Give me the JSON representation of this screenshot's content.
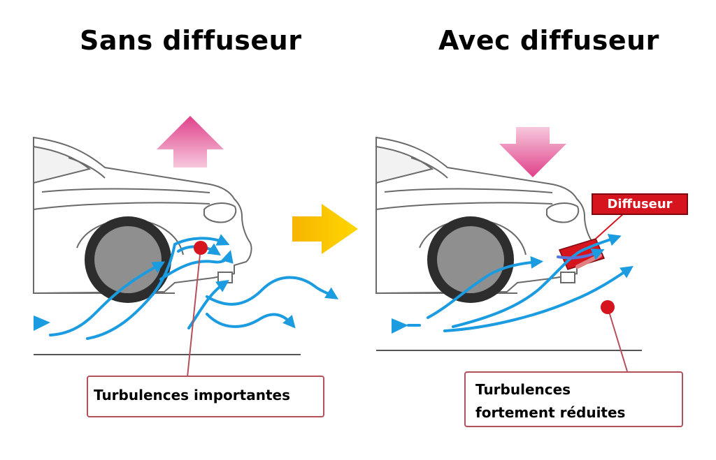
{
  "titles": {
    "left": "Sans diffuseur",
    "right": "Avec diffuseur"
  },
  "labels": {
    "turbulence_left": "Turbulences importantes",
    "turbulence_right_line1": "Turbulences",
    "turbulence_right_line2": "fortement réduites",
    "diffuser": "Diffuseur"
  },
  "colors": {
    "airflow": "#1b9be0",
    "lift_arrow": "#e0408a",
    "transition_arrow": "#f5c000",
    "turbulence_dot": "#d5141e",
    "callout_border": "#b5505a",
    "diffuser": "#d5141e"
  },
  "icons": {
    "lift_up": "pink-up-arrow-icon",
    "downforce": "pink-down-arrow-icon",
    "transition": "yellow-right-arrow-icon"
  }
}
